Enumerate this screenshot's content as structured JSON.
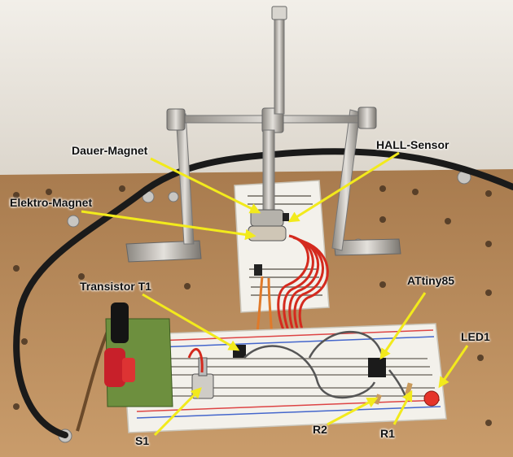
{
  "labels": {
    "dauer_magnet": "Dauer-Magnet",
    "hall_sensor": "HALL-Sensor",
    "elektro_magnet": "Elektro-Magnet",
    "transistor": "Transistor T1",
    "attiny": "ATtiny85",
    "led": "LED1",
    "s1": "S1",
    "r2": "R2",
    "r1": "R1"
  },
  "colors": {
    "arrow": "#f2ea1c",
    "wall": "#ece8e2",
    "table": "#b88a5a",
    "breadboard": "#f1efe8",
    "wire_red": "#d42a1e",
    "wire_orange": "#e07a2a"
  }
}
